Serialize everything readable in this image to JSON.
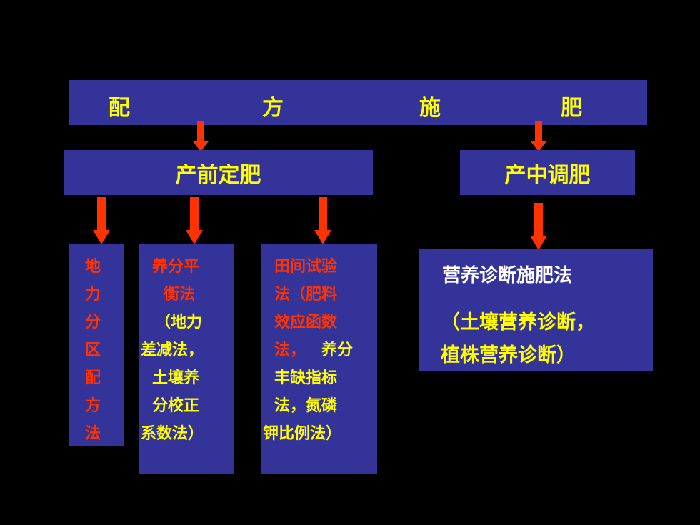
{
  "colors": {
    "background": "#000000",
    "box_fill": "#333399",
    "arrow": "#FF3300",
    "yellow_text": "#FFFF00",
    "red_text": "#FF3300",
    "white_text": "#FFFFFF"
  },
  "top": {
    "chars": [
      "配",
      "方",
      "施",
      "肥"
    ]
  },
  "pre_planting": {
    "label": "产前定肥"
  },
  "mid_season": {
    "label": "产中调肥"
  },
  "method1": {
    "chars": [
      "地",
      "力",
      "分",
      "区",
      "配",
      "方",
      "法"
    ]
  },
  "method2": {
    "red_lines": [
      "养分平",
      "衡法"
    ],
    "yellow_lines": [
      "（地力",
      "差减法，",
      "土壤养",
      "分校正",
      "系数法）"
    ]
  },
  "method3": {
    "red_lines": [
      "田间试验",
      "法（肥料",
      "效应函数",
      "法，"
    ],
    "yellow_tail": "养分",
    "yellow_lines": [
      "丰缺指标",
      "法，氮磷",
      "钾比例法）"
    ]
  },
  "method4": {
    "title": "营养诊断施肥法",
    "lines": [
      "（土壤营养诊断，",
      "植株营养诊断）"
    ]
  }
}
